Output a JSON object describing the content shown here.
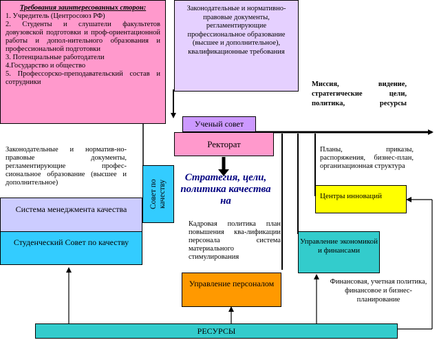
{
  "stakeholders": {
    "title": "Требования заинтересованных сторон:",
    "items": [
      "1. Учредитель (Центросоюз РФ)",
      "2. Студенты и слушатели факультетов довузовской подготовки и проф-ориентационной работы и допол-нительного образования и профессиональной подготовки",
      "3. Потенциальные работодатели",
      "4.Государство и общество",
      "5. Профессорско-преподавательский состав и сотрудники"
    ]
  },
  "legal_top": "Законодательные и нормативно-правовые документы, регламентирующие профессиональное образование (высшее и дополнительное), квалификационные требования",
  "mission": "Миссия, видение, стратегические цели, политика, ресурсы",
  "academic_council": "Ученый совет",
  "rectorate": "Ректорат",
  "legal_left": "Законодательные и норматив-но-правовые документы, регламентирующие профес-сиональное образование (высшее и дополнительное)",
  "qms": "Система менеджмента качества",
  "student_council": "Студенческий Совет по качеству",
  "quality_council": "Совет по качеству",
  "strategy": "Стратегия, цели, политика качества на",
  "hr_policy": "Кадровая политика план повышения ква-лификации персонала система материального стимулирования",
  "hr_management": "Управление персоналом",
  "plans": "Планы, приказы, распоряжения, бизнес-план, организационная структура",
  "innovation_centers": "Центры инноваций",
  "economics": "Управление экономикой и финансами",
  "finance_policy": "Финансовая, учетная политика, финансовое и бизнес-планирование",
  "resources": "РЕСУРСЫ",
  "colors": {
    "pink": "#ff99cc",
    "lavender": "#e5d0ff",
    "violet": "#cc99ff",
    "cyan": "#33ccff",
    "light_cyan": "#99ccff",
    "periwinkle": "#ccccff",
    "yellow": "#ffff00",
    "teal": "#33cccc",
    "orange": "#ff9900",
    "blue_text": "#000080"
  }
}
